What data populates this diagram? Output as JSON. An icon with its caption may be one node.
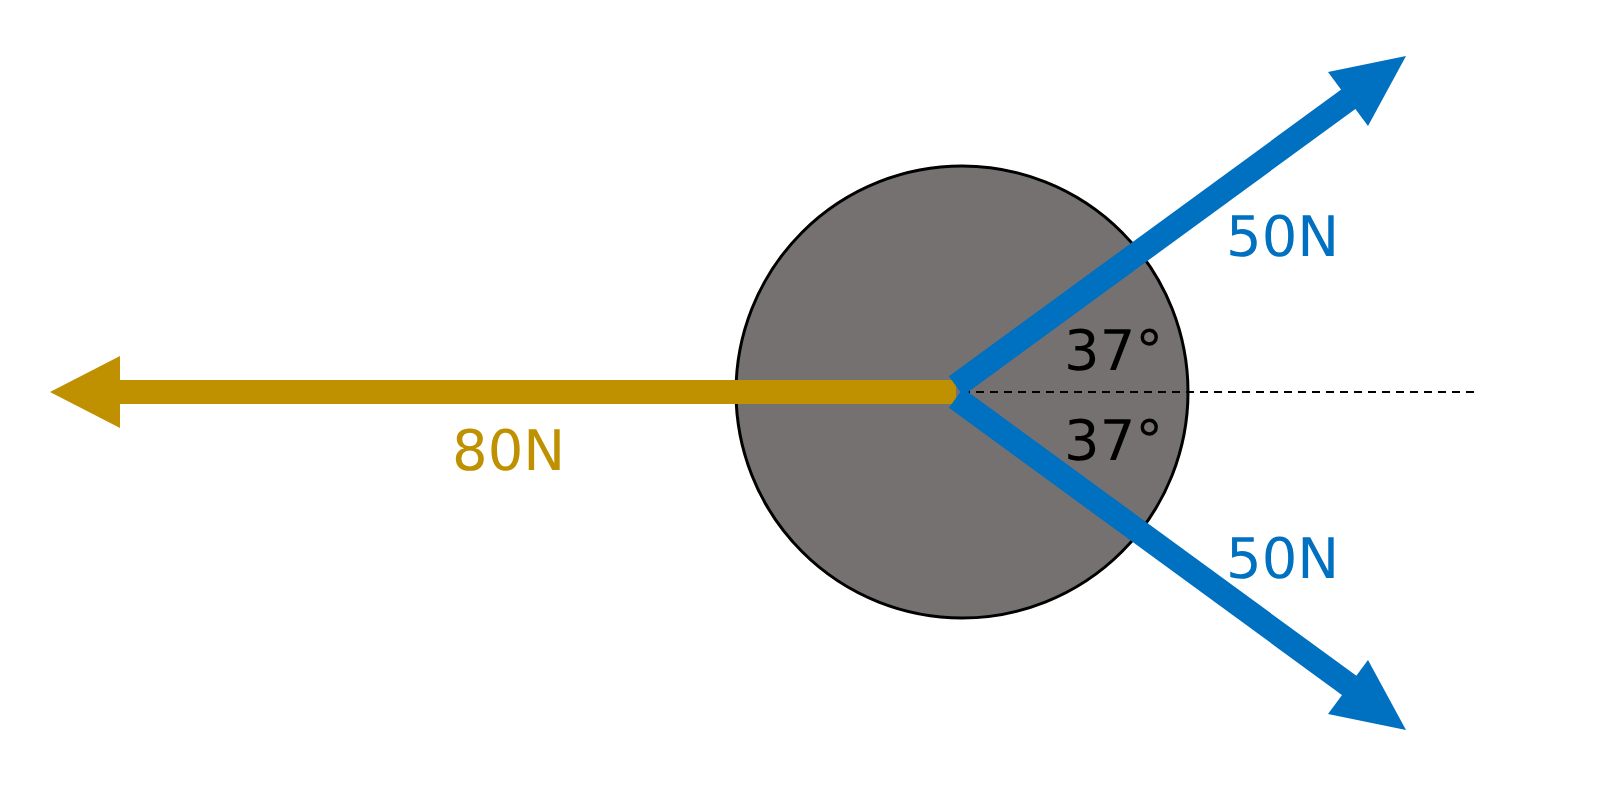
{
  "diagram": {
    "labels": [
      "50N",
      "37°",
      "37°",
      "80N",
      "50N"
    ]
  }
}
